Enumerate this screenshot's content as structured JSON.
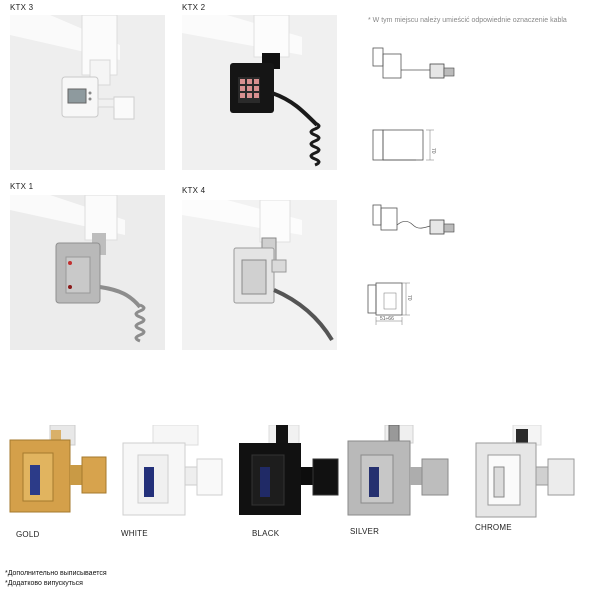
{
  "models": [
    {
      "label": "KTX 3"
    },
    {
      "label": "KTX 2"
    },
    {
      "label": "KTX 1"
    },
    {
      "label": "KTX 4"
    }
  ],
  "note": "* W tym miejscu należy umieścić odpowiednie oznaczenie kabla",
  "dims": {
    "height_a": "70",
    "height_b": "70",
    "depth": "51÷66"
  },
  "colors": [
    {
      "label": "GOLD",
      "hex": "#d4a04a"
    },
    {
      "label": "WHITE",
      "hex": "#f2f2f2"
    },
    {
      "label": "BLACK",
      "hex": "#111111"
    },
    {
      "label": "SILVER",
      "hex": "#b9b9b9"
    },
    {
      "label": "CHROME",
      "hex": "#e6e6e6"
    }
  ],
  "footnotes": [
    "*Дополнительно выписывается",
    "*Додатково випускуться"
  ]
}
